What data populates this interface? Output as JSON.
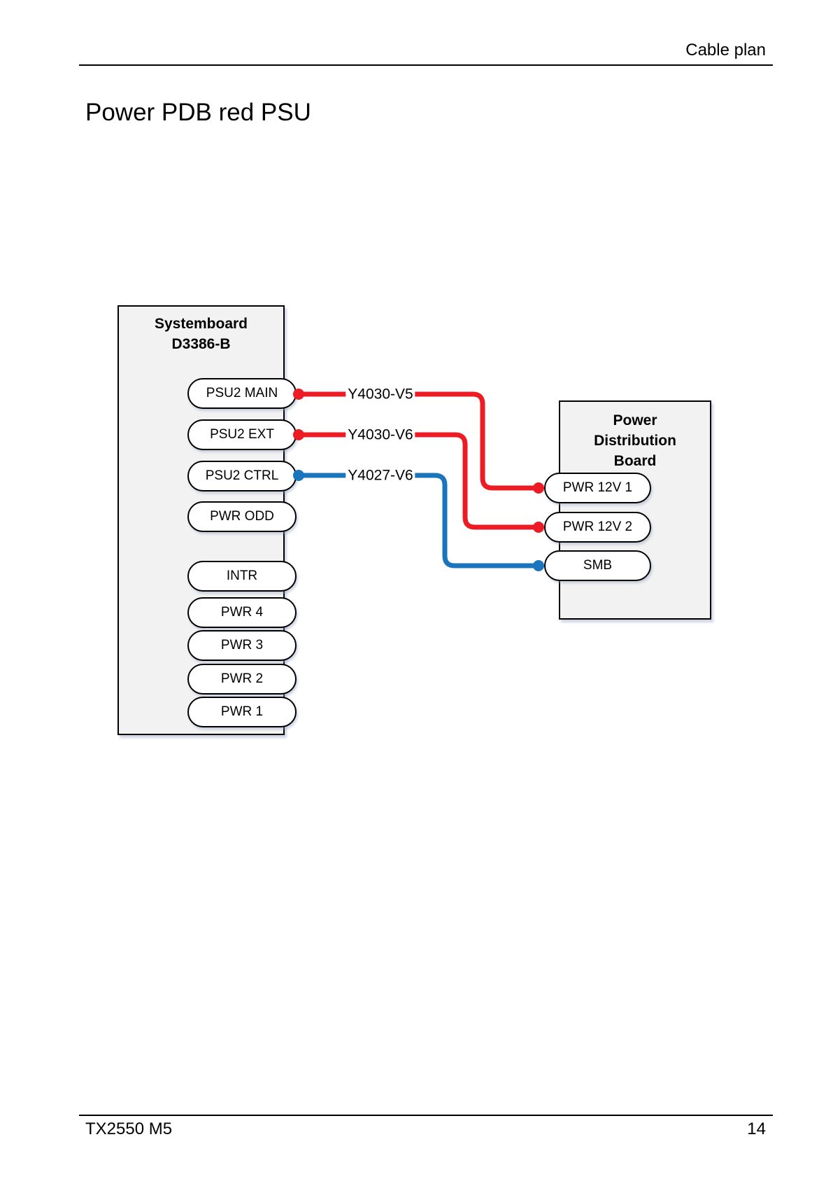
{
  "header": {
    "label": "Cable plan"
  },
  "title": "Power PDB red PSU",
  "footer": {
    "model": "TX2550 M5",
    "page_number": "14"
  },
  "diagram": {
    "systemboard": {
      "title_line1": "Systemboard",
      "title_line2": "D3386-B",
      "connectors": [
        {
          "label": "PSU2 MAIN"
        },
        {
          "label": "PSU2 EXT"
        },
        {
          "label": "PSU2 CTRL"
        },
        {
          "label": "PWR ODD"
        },
        {
          "label": "INTR"
        },
        {
          "label": "PWR 4"
        },
        {
          "label": "PWR 3"
        },
        {
          "label": "PWR 2"
        },
        {
          "label": "PWR 1"
        }
      ]
    },
    "pdb": {
      "title_line1": "Power",
      "title_line2": "Distribution",
      "title_line3": "Board",
      "connectors": [
        {
          "label": "PWR 12V 1"
        },
        {
          "label": "PWR 12V 2"
        },
        {
          "label": "SMB"
        }
      ]
    },
    "cables": [
      {
        "label": "Y4030-V5",
        "color": "#EC1B24",
        "from": "PSU2 MAIN",
        "to": "PWR 12V 1"
      },
      {
        "label": "Y4030-V6",
        "color": "#EC1B24",
        "from": "PSU2 EXT",
        "to": "PWR 12V 2"
      },
      {
        "label": "Y4027-V6",
        "color": "#1B75BC",
        "from": "PSU2 CTRL",
        "to": "SMB"
      }
    ],
    "colors": {
      "cable_red": "#EC1B24",
      "cable_blue": "#1B75BC",
      "box_fill": "#F2F2F2",
      "box_border": "#000000"
    }
  }
}
